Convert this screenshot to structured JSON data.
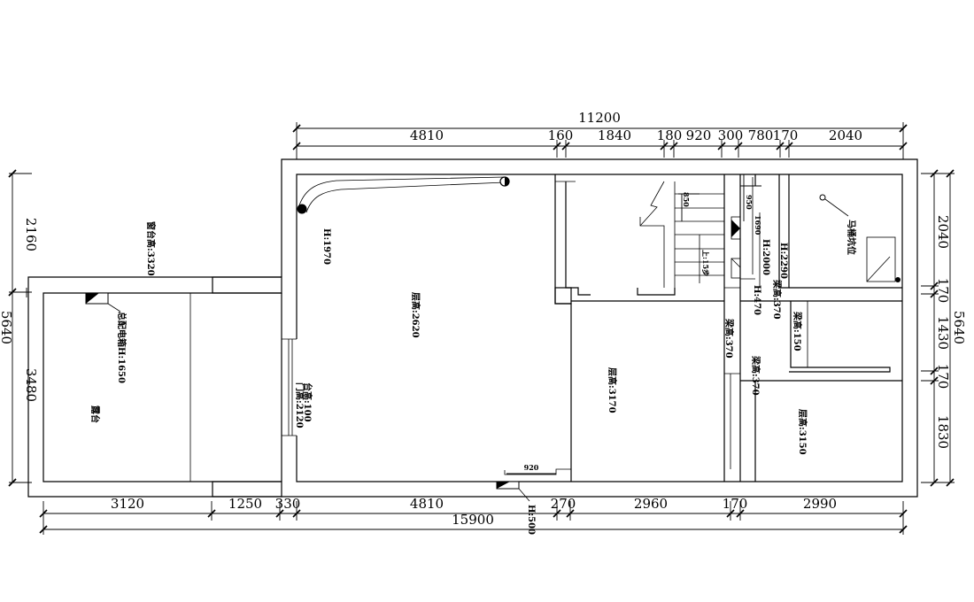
{
  "dimensions": {
    "top_total": "11200",
    "top_segments": [
      "4810",
      "160",
      "1840",
      "180",
      "920",
      "300",
      "780",
      "170",
      "2040"
    ],
    "bottom_segments": [
      "3120",
      "1250",
      "330",
      "4810",
      "270",
      "2960",
      "170",
      "2990"
    ],
    "bottom_total": "15900",
    "left_outer": "5640",
    "left_upper": "2160",
    "left_lower": "3480",
    "right_outer": "5640",
    "right_segments": [
      "2040",
      "170",
      "1430",
      "170",
      "1830"
    ],
    "window_small": "920",
    "stair_850": "850",
    "stair_950": "950",
    "stair_1690": "1690"
  },
  "annotations": {
    "balcony": "露台",
    "parapet": "窗台高:3320",
    "distribution_box": "总配电箱H:1650",
    "living_ceiling": "层高:2620",
    "h1970": "H:1970",
    "sill_height": "台高:100",
    "door_height": "门高:2120",
    "room_ceiling_3170": "层高:3170",
    "beam_370_a": "梁高:370",
    "beam_370_b": "梁高:370",
    "beam_370_c": "梁高:370",
    "beam_150": "梁高:150",
    "h2000": "H:2000",
    "h470": "H:470",
    "h2290": "H:2290",
    "stair_up": "上:15步",
    "toilet_pit": "马桶坑位",
    "room_ceiling_3150": "层高:3150",
    "h500": "H:500"
  },
  "colors": {
    "line": "#000000",
    "background": "#ffffff"
  }
}
